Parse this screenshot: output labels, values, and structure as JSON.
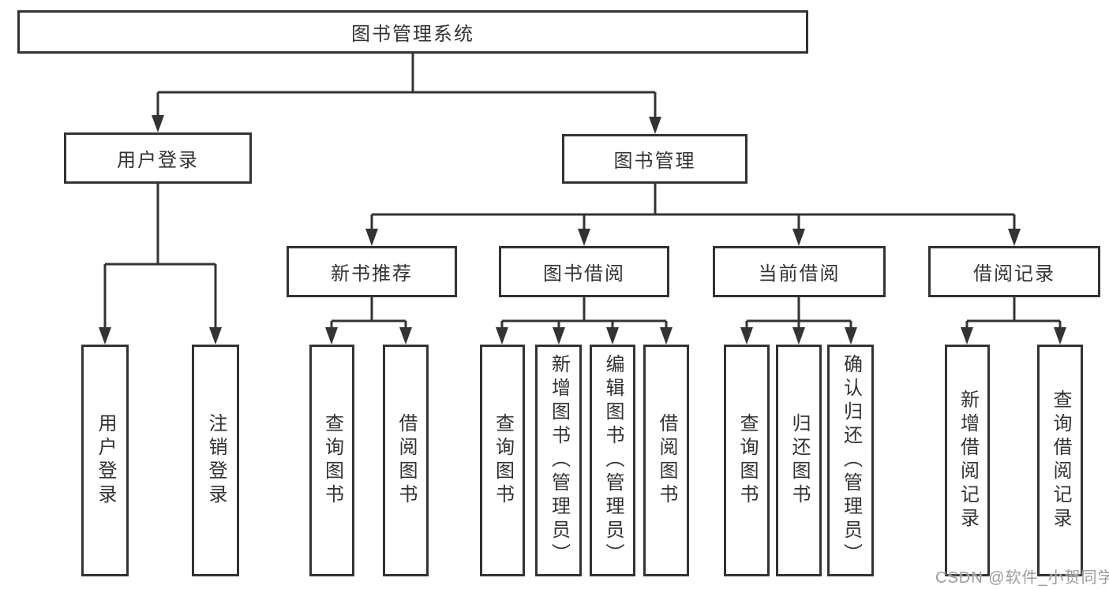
{
  "diagram": {
    "root": "图书管理系统",
    "branches": {
      "user_login": {
        "label": "用户登录",
        "children": {
          "login": "用户登录",
          "logout": "注销登录"
        }
      },
      "book_mgmt": {
        "label": "图书管理",
        "children": {
          "new_book_rec": {
            "label": "新书推荐",
            "children": {
              "query_book": "查询图书",
              "borrow_book": "借阅图书"
            }
          },
          "book_borrow": {
            "label": "图书借阅",
            "children": {
              "query_book": "查询图书",
              "add_book": "新增图书（管理员）",
              "edit_book": "编辑图书（管理员）",
              "borrow_book": "借阅图书"
            }
          },
          "current_borrow": {
            "label": "当前借阅",
            "children": {
              "query_book": "查询图书",
              "return_book": "归还图书",
              "confirm_return": "确认归还（管理员）"
            }
          },
          "borrow_records": {
            "label": "借阅记录",
            "children": {
              "add_record": "新增借阅记录",
              "query_record": "查询借阅记录"
            }
          }
        }
      }
    }
  },
  "watermark": "CSDN @软件_小贺同学",
  "colors": {
    "line": "#333333",
    "text": "#333333",
    "watermark": "#9c9c9c",
    "background": "#ffffff"
  }
}
